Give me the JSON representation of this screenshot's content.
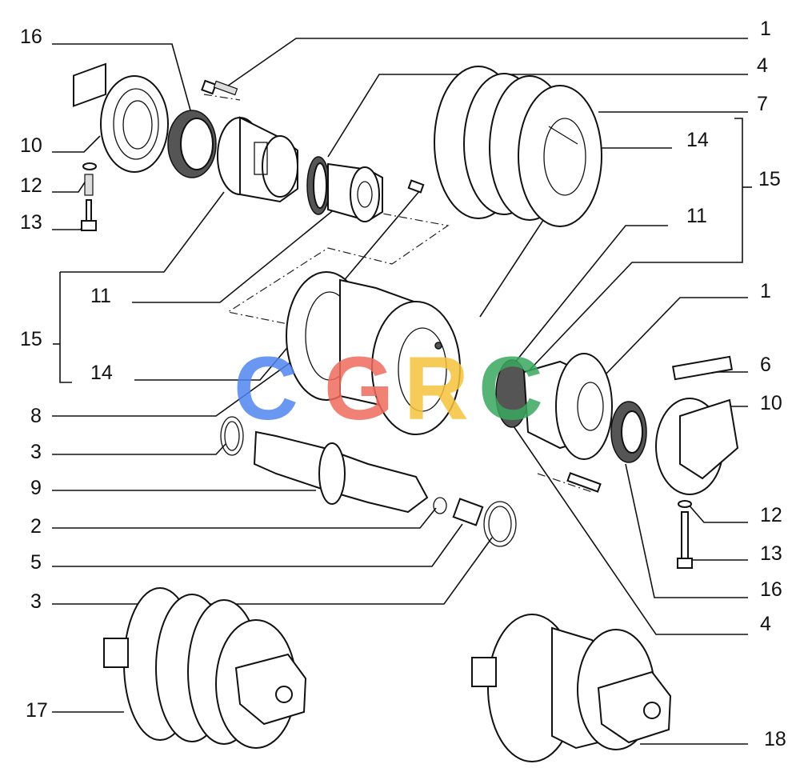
{
  "callouts": [
    {
      "id": "l1a",
      "text": "1"
    },
    {
      "id": "l4a",
      "text": "4"
    },
    {
      "id": "l7",
      "text": "7"
    },
    {
      "id": "l14a",
      "text": "14"
    },
    {
      "id": "l15a",
      "text": "15"
    },
    {
      "id": "l11a",
      "text": "11"
    },
    {
      "id": "l1b",
      "text": "1"
    },
    {
      "id": "l6",
      "text": "6"
    },
    {
      "id": "l10b",
      "text": "10"
    },
    {
      "id": "l12b",
      "text": "12"
    },
    {
      "id": "l13b",
      "text": "13"
    },
    {
      "id": "l16b",
      "text": "16"
    },
    {
      "id": "l4b",
      "text": "4"
    },
    {
      "id": "l18",
      "text": "18"
    },
    {
      "id": "l16a",
      "text": "16"
    },
    {
      "id": "l10a",
      "text": "10"
    },
    {
      "id": "l12a",
      "text": "12"
    },
    {
      "id": "l13a",
      "text": "13"
    },
    {
      "id": "l11b",
      "text": "11"
    },
    {
      "id": "l15b",
      "text": "15"
    },
    {
      "id": "l14b",
      "text": "14"
    },
    {
      "id": "l8",
      "text": "8"
    },
    {
      "id": "l3a",
      "text": "3"
    },
    {
      "id": "l9",
      "text": "9"
    },
    {
      "id": "l2",
      "text": "2"
    },
    {
      "id": "l5",
      "text": "5"
    },
    {
      "id": "l3b",
      "text": "3"
    },
    {
      "id": "l17",
      "text": "17"
    }
  ],
  "watermark": {
    "text": "CGRC",
    "letters": [
      {
        "char": "C",
        "color": "#4f86f0"
      },
      {
        "char": "G",
        "color": "#ef6b5e"
      },
      {
        "char": "R",
        "color": "#f5c33b"
      },
      {
        "char": "C",
        "color": "#3aa860"
      }
    ]
  }
}
